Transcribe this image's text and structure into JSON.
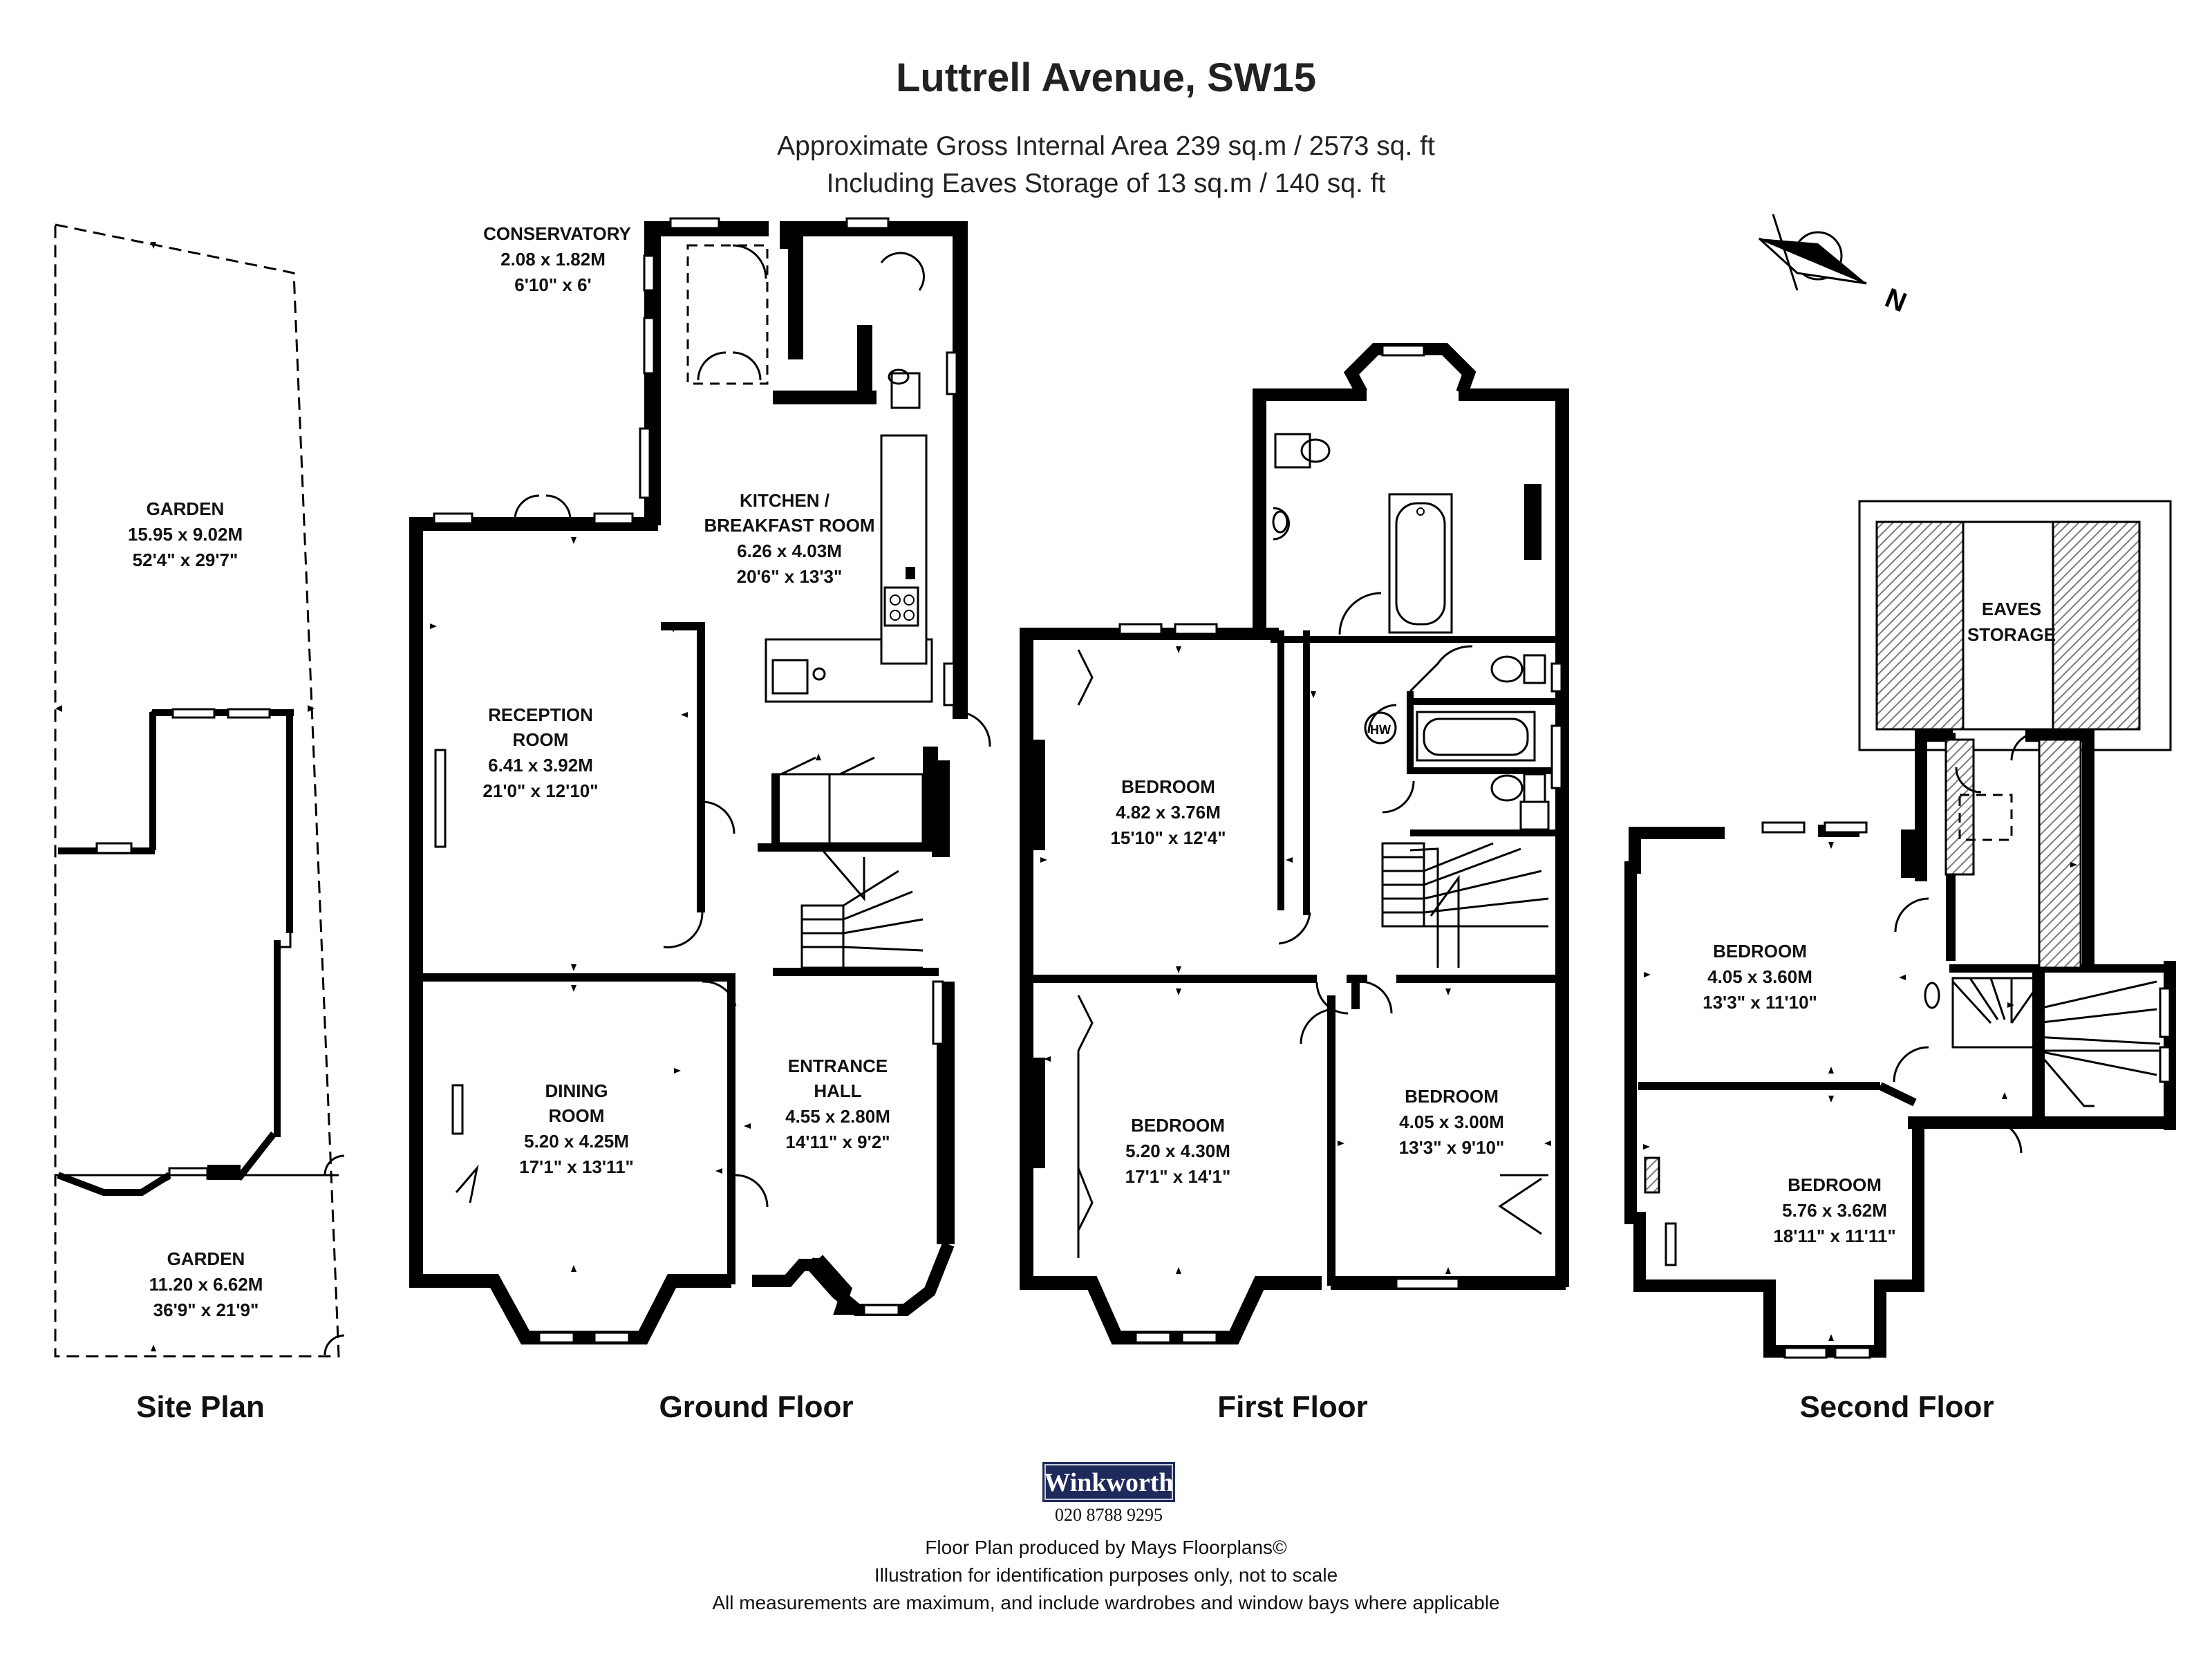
{
  "header": {
    "title": "Luttrell Avenue, SW15",
    "area_line": "Approximate Gross Internal Area 239 sq.m  /  2573 sq. ft",
    "eaves_line": "Including Eaves Storage of 13 sq.m  /  140 sq. ft"
  },
  "compass": {
    "label": "N"
  },
  "site_plan": {
    "label": "Site Plan",
    "garden_rear": {
      "name": "GARDEN",
      "metric": "15.95 x 9.02M",
      "imperial": "52'4\" x 29'7\""
    },
    "garden_front": {
      "name": "GARDEN",
      "metric": "11.20 x 6.62M",
      "imperial": "36'9\" x 21'9\""
    }
  },
  "ground_floor": {
    "label": "Ground Floor",
    "conservatory": {
      "name": "CONSERVATORY",
      "metric": "2.08 x 1.82M",
      "imperial": "6'10\" x 6'"
    },
    "kitchen": {
      "name1": "KITCHEN /",
      "name2": "BREAKFAST ROOM",
      "metric": "6.26 x 4.03M",
      "imperial": "20'6\" x 13'3\""
    },
    "reception": {
      "name1": "RECEPTION",
      "name2": "ROOM",
      "metric": "6.41 x 3.92M",
      "imperial": "21'0\" x 12'10\""
    },
    "dining": {
      "name1": "DINING",
      "name2": "ROOM",
      "metric": "5.20 x 4.25M",
      "imperial": "17'1\" x 13'11\""
    },
    "entrance": {
      "name1": "ENTRANCE",
      "name2": "HALL",
      "metric": "4.55 x 2.80M",
      "imperial": "14'11\" x 9'2\""
    }
  },
  "first_floor": {
    "label": "First Floor",
    "bedroom_a": {
      "name": "BEDROOM",
      "metric": "4.82 x 3.76M",
      "imperial": "15'10\" x 12'4\""
    },
    "bedroom_b": {
      "name": "BEDROOM",
      "metric": "5.20 x 4.30M",
      "imperial": "17'1\" x 14'1\""
    },
    "bedroom_c": {
      "name": "BEDROOM",
      "metric": "4.05 x 3.00M",
      "imperial": "13'3\" x 9'10\""
    },
    "hw_label": "HW"
  },
  "second_floor": {
    "label": "Second Floor",
    "eaves": {
      "name1": "EAVES",
      "name2": "STORAGE"
    },
    "bedroom_a": {
      "name": "BEDROOM",
      "metric": "4.05 x 3.60M",
      "imperial": "13'3\" x 11'10\""
    },
    "bedroom_b": {
      "name": "BEDROOM",
      "metric": "5.76 x 3.62M",
      "imperial": "18'11\" x 11'11\""
    }
  },
  "footer": {
    "brand": "Winkworth",
    "phone": "020 8788 9295",
    "credit": "Floor Plan produced by Mays Floorplans©",
    "disclaimer1": "Illustration for identification purposes only, not to scale",
    "disclaimer2": "All measurements are maximum, and include wardrobes and window bays where applicable"
  },
  "colors": {
    "wall": "#000000",
    "brand_bg": "#1f2a5c",
    "hatch": "#9a9a9a"
  }
}
